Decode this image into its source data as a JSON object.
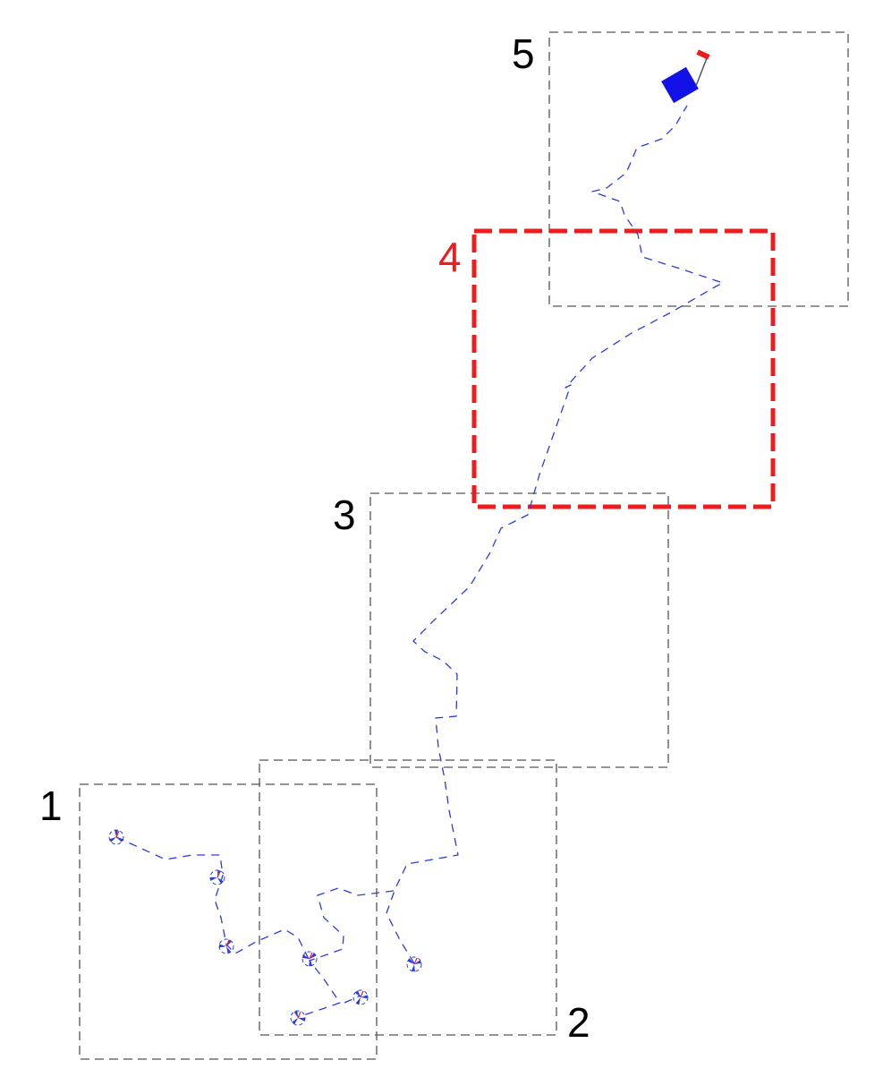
{
  "regions": [
    {
      "label": "1",
      "highlighted": false
    },
    {
      "label": "2",
      "highlighted": false
    },
    {
      "label": "3",
      "highlighted": false
    },
    {
      "label": "4",
      "highlighted": true
    },
    {
      "label": "5",
      "highlighted": false
    }
  ],
  "colors": {
    "box": "#555555",
    "highlight": "#ee1c1c",
    "path": "#2b3be0",
    "label": "#000000",
    "end_marker": "#1212e6",
    "end_flag": "#ee1c1c"
  },
  "markers": {
    "start_icon": "rotor-icon",
    "end_icon": "square-block-icon"
  }
}
